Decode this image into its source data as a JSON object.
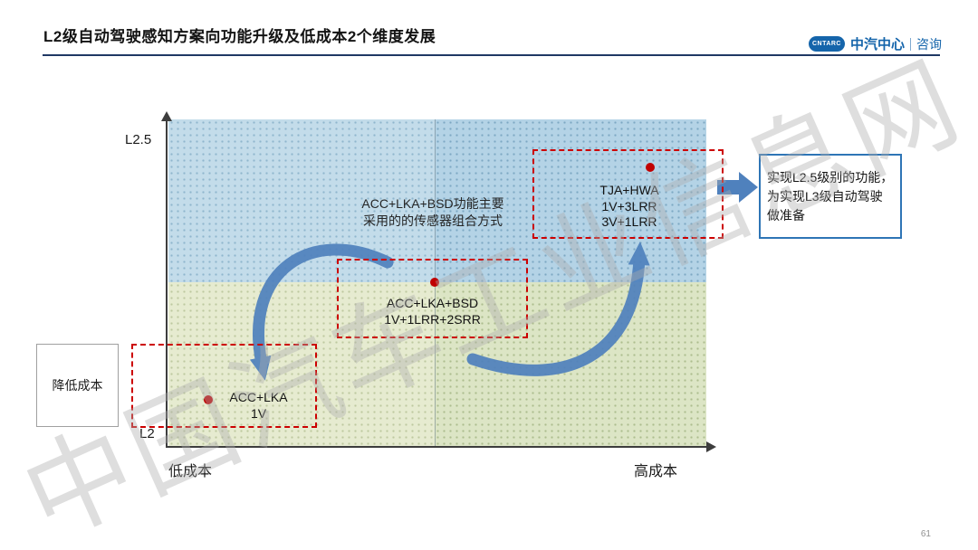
{
  "slide": {
    "title": "L2级自动驾驶感知方案向功能升级及低成本2个维度发展",
    "page_number": "61",
    "watermark": "中国汽车工业信息网"
  },
  "logo": {
    "badge": "CNTARC",
    "name": "中汽中心",
    "suffix": "咨询"
  },
  "diagram": {
    "y_axis": {
      "top_label": "L2.5",
      "bottom_label": "L2"
    },
    "x_axis": {
      "left_label": "低成本",
      "right_label": "高成本"
    },
    "annotation": {
      "line1": "ACC+LKA+BSD功能主要",
      "line2": "采用的的传感器组合方式"
    },
    "points": [
      {
        "label": "ACC+LKA",
        "sensors": [
          "1V"
        ]
      },
      {
        "label": "ACC+LKA+BSD",
        "sensors": [
          "1V+1LRR+2SRR"
        ]
      },
      {
        "label": "TJA+HWA",
        "sensors": [
          "1V+3LRR",
          "3V+1LRR"
        ]
      }
    ],
    "left_note": "降低成本",
    "right_note": "实现L2.5级别的功能，为实现L3级自动驾驶做准备",
    "colors": {
      "dashed_box_red": "#cc0000",
      "point_red": "#c00000",
      "arrow_blue": "#4f81bd",
      "note_border_blue": "#2e75b6",
      "title_underline_navy": "#1f3864",
      "band_blue": "#bcd7e8",
      "band_green": "#e0e8cb",
      "logo_blue": "#1565ab"
    }
  }
}
